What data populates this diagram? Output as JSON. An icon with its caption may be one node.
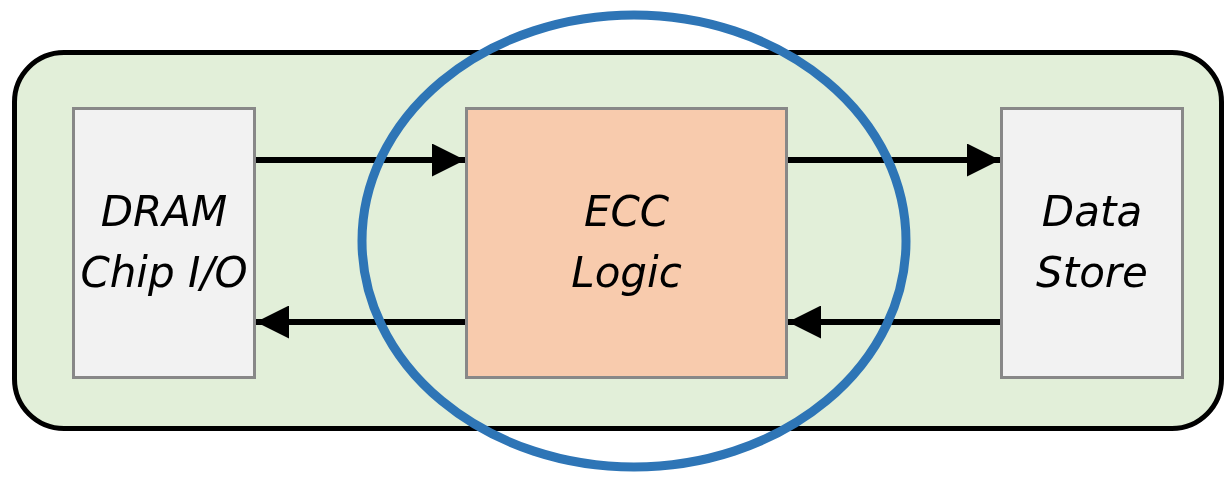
{
  "diagram": {
    "nodes": [
      {
        "text": [],
        "shape": "box"
      },
      {
        "text": [
          "DRAM Chip I/O"
        ],
        "in": 0
      },
      {
        "text": [
          "ECC Logic"
        ],
        "in": 0
      },
      {
        "text": [
          "Data Store"
        ],
        "in": 0
      }
    ],
    "edges": [
      {
        "from": 1,
        "to": 2,
        "arrow": "to"
      },
      {
        "from": 2,
        "to": 1,
        "arrow": "to"
      },
      {
        "from": 2,
        "to": 3,
        "arrow": "to"
      },
      {
        "from": 3,
        "to": 2,
        "arrow": "to"
      }
    ]
  }
}
